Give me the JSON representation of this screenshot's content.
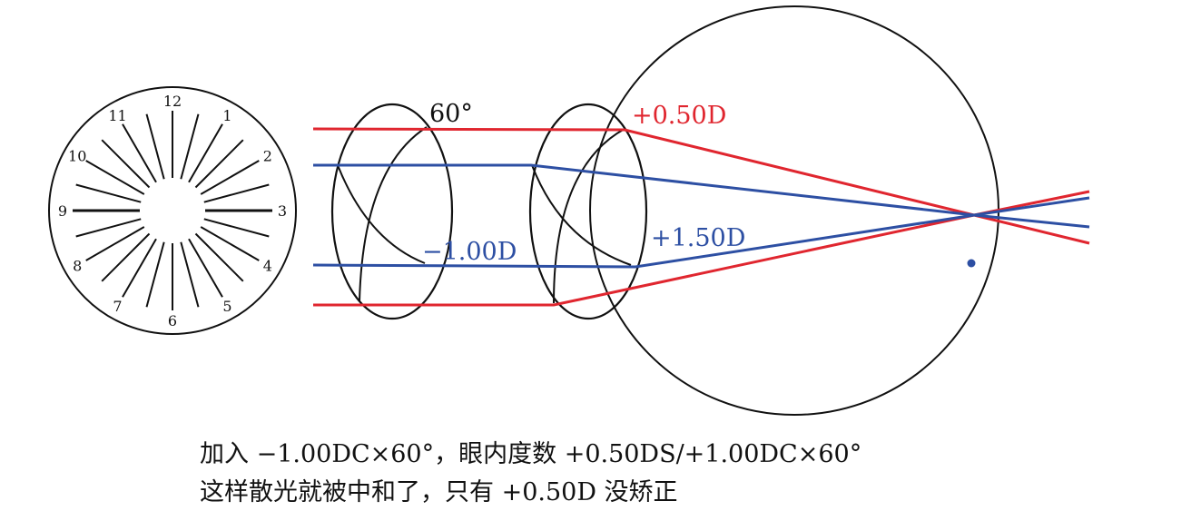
{
  "colors": {
    "ink": "#111111",
    "red": "#e0262f",
    "blue": "#2d4fa3"
  },
  "dial": {
    "hour_labels": [
      "12",
      "1",
      "2",
      "3",
      "4",
      "5",
      "6",
      "7",
      "8",
      "9",
      "10",
      "11"
    ]
  },
  "labels": {
    "axis_angle": "60°",
    "power_red": "+0.50D",
    "power_lens1": "−1.00D",
    "power_lens2": "+1.50D"
  },
  "caption": {
    "line1": "加入 −1.00DC×60°，眼内度数 +0.50DS/+1.00DC×60°",
    "line2": "这样散光就被中和了，只有 +0.50D 没矫正"
  }
}
